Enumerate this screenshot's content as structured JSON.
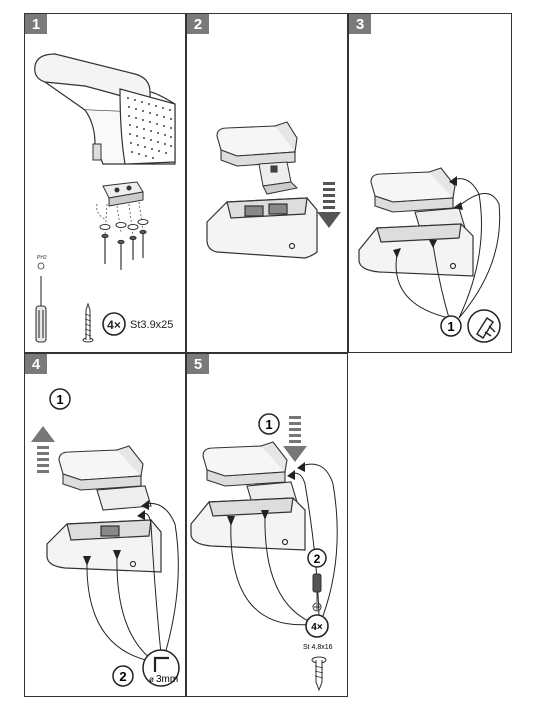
{
  "steps": [
    {
      "number": "1"
    },
    {
      "number": "2"
    },
    {
      "number": "3"
    },
    {
      "number": "4"
    },
    {
      "number": "5"
    }
  ],
  "step1": {
    "tool_label": "PH2",
    "screw_count": "4×",
    "screw_spec": "St3.9x25"
  },
  "step3": {
    "callout_number": "1"
  },
  "step4": {
    "callout_top": "1",
    "callout_bottom": "2",
    "hex_size": "3mm",
    "hex_prefix": "ø"
  },
  "step5": {
    "callout_top": "1",
    "callout_mid": "2",
    "screw_count": "4×",
    "screw_spec": "St 4,8x16"
  },
  "colors": {
    "badge": "#7a7a7a",
    "line": "#333333",
    "dark": "#555555"
  }
}
